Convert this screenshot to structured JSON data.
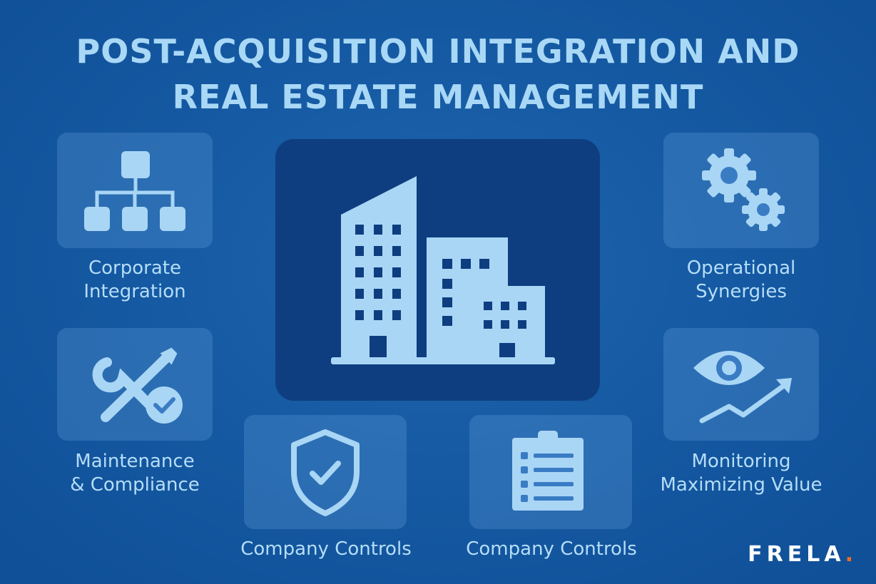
{
  "title": {
    "line1": "POST-ACQUISITION INTEGRATION AND",
    "line2": "REAL ESTATE MANAGEMENT"
  },
  "items": [
    {
      "line1": "Corporate",
      "line2": "Integration",
      "icon": "org-chart-icon"
    },
    {
      "line1": "Operational",
      "line2": "Synergies",
      "icon": "gears-icon"
    },
    {
      "line1": "Maintenance",
      "line2": "& Compliance",
      "icon": "wrench-screwdriver-icon"
    },
    {
      "line1": "Monitoring",
      "line2": "Maximizing Value",
      "icon": "eye-trend-icon"
    },
    {
      "line1": "Company Controls",
      "icon": "shield-check-icon"
    },
    {
      "line1": "Company Controls",
      "icon": "checklist-icon"
    }
  ],
  "center_icon": "office-buildings-icon",
  "brand": {
    "text": "FRELA",
    "dot": "."
  },
  "colors": {
    "background": "#155aa3",
    "center_panel": "#0e3e80",
    "icon": "#a9d6f5",
    "text": "#b6ddf8",
    "brand_dot": "#f26a21"
  }
}
